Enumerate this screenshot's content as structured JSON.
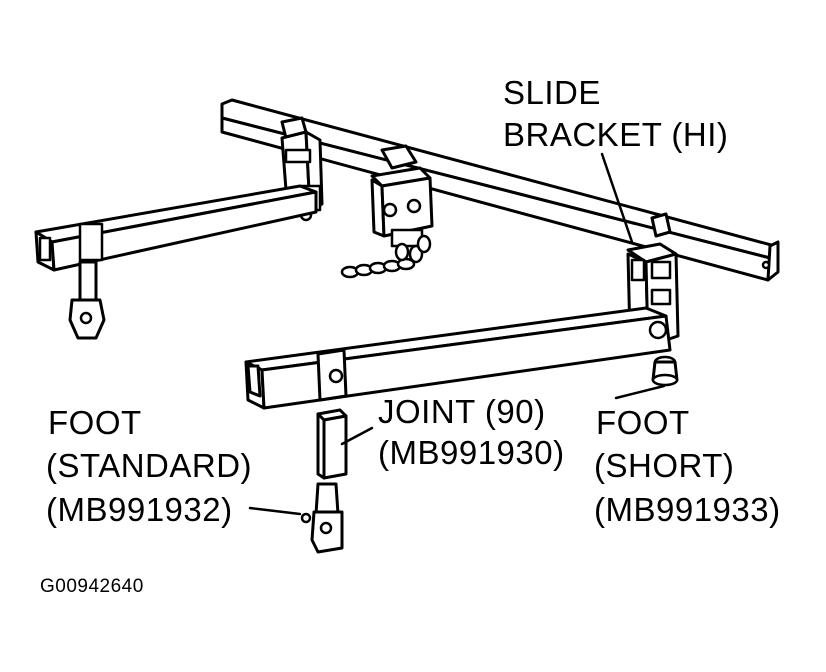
{
  "labels": {
    "slide_bracket": [
      "SLIDE",
      "BRACKET (HI)"
    ],
    "joint": [
      "JOINT (90)",
      "(MB991930)"
    ],
    "foot_standard": [
      "FOOT",
      "(STANDARD)",
      "(MB991932)"
    ],
    "foot_short": [
      "FOOT",
      "(SHORT)",
      "(MB991933)"
    ]
  },
  "figure_code": "G00942640",
  "colors": {
    "ink": "#000000",
    "paper": "#ffffff"
  }
}
